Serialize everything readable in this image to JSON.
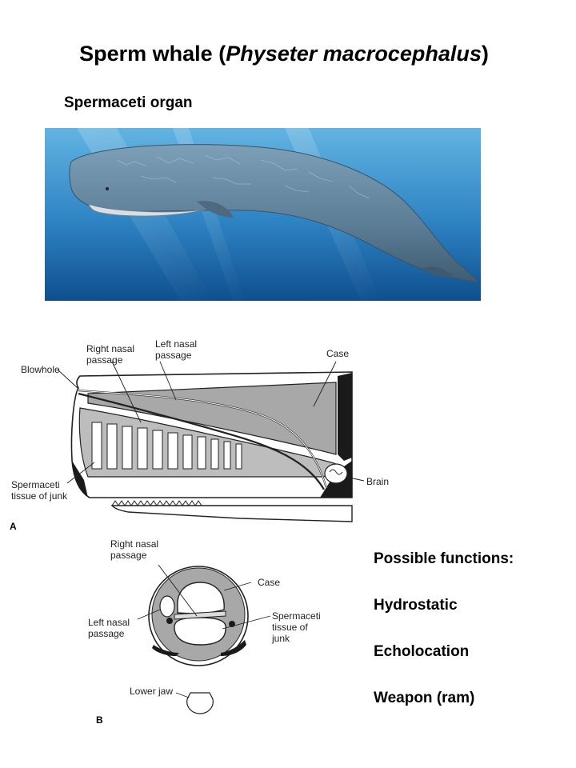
{
  "title": {
    "prefix": "Sperm whale (",
    "species": "Physeter macrocephalus",
    "suffix": ")"
  },
  "subtitle": "Spermaceti organ",
  "diagram_a": {
    "panel_label": "A",
    "labels": {
      "blowhole": "Blowhole",
      "right_nasal_1": "Right nasal",
      "right_nasal_2": "passage",
      "left_nasal_1": "Left nasal",
      "left_nasal_2": "passage",
      "case": "Case",
      "brain": "Brain",
      "junk_1": "Spermaceti",
      "junk_2": "tissue of junk"
    }
  },
  "diagram_b": {
    "panel_label": "B",
    "labels": {
      "right_nasal_1": "Right nasal",
      "right_nasal_2": "passage",
      "case": "Case",
      "left_nasal_1": "Left nasal",
      "left_nasal_2": "passage",
      "junk_1": "Spermaceti",
      "junk_2": "tissue of",
      "junk_3": "junk",
      "lower_jaw": "Lower jaw"
    }
  },
  "functions": {
    "heading": "Possible functions:",
    "items": [
      "Hydrostatic",
      "Echolocation",
      "Weapon (ram)"
    ]
  },
  "colors": {
    "ocean_light": "#5aaad8",
    "ocean_dark": "#0f4f8e",
    "whale_body": "#5f7f96",
    "diagram_tissue": "#a8a8a8",
    "diagram_dark": "#1a1a1a"
  }
}
